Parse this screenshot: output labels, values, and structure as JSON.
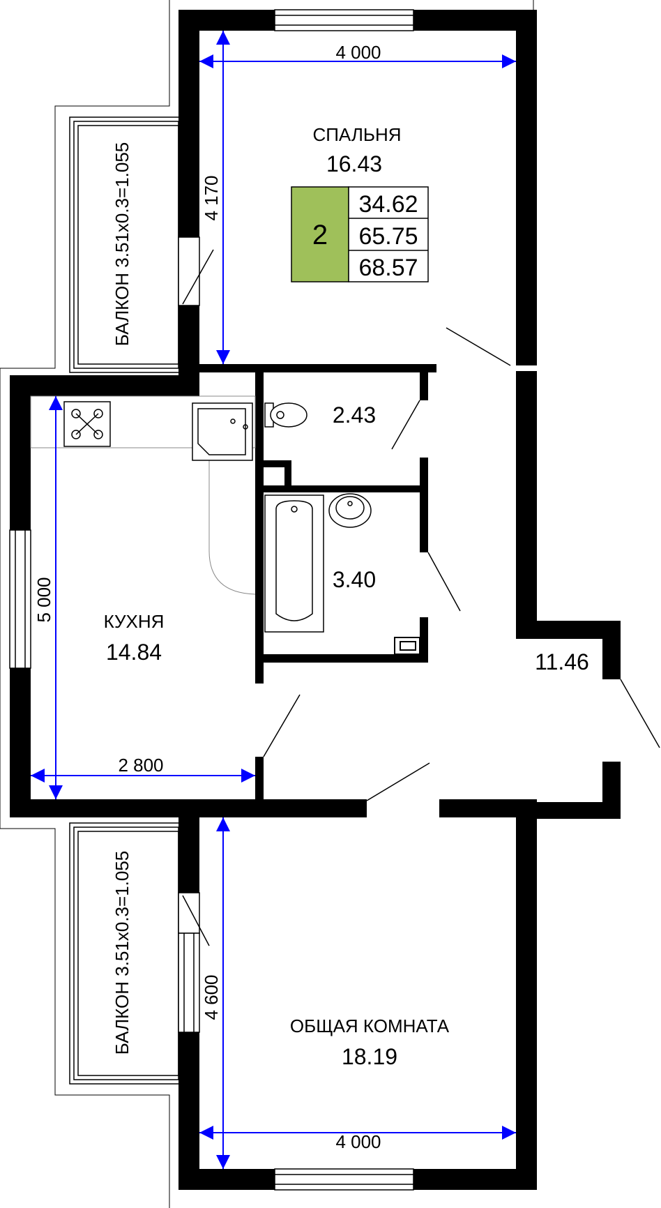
{
  "rooms": {
    "bedroom": {
      "name": "СПАЛЬНЯ",
      "area": "16.43"
    },
    "kitchen": {
      "name": "КУХНЯ",
      "area": "14.84"
    },
    "living": {
      "name": "ОБЩАЯ КОМНАТА",
      "area": "18.19"
    },
    "wc": {
      "area": "2.43"
    },
    "bath": {
      "area": "3.40"
    },
    "hall": {
      "area": "11.46"
    }
  },
  "balconies": {
    "top": "БАЛКОН 3.51x0.3=1.055",
    "bottom": "БАЛКОН 3.51x0.3=1.055"
  },
  "summary": {
    "room_count": "2",
    "living_area": "34.62",
    "total_area": "65.75",
    "total_with_balcony": "68.57",
    "badge_color": "#9fc05a"
  },
  "dimensions": {
    "top_width": "4 000",
    "bedroom_height": "4 170",
    "kitchen_height": "5 000",
    "kitchen_width": "2 800",
    "living_height": "4 600",
    "bottom_width": "4 000"
  },
  "colors": {
    "wall": "#000000",
    "dimension": "#0000ff"
  }
}
